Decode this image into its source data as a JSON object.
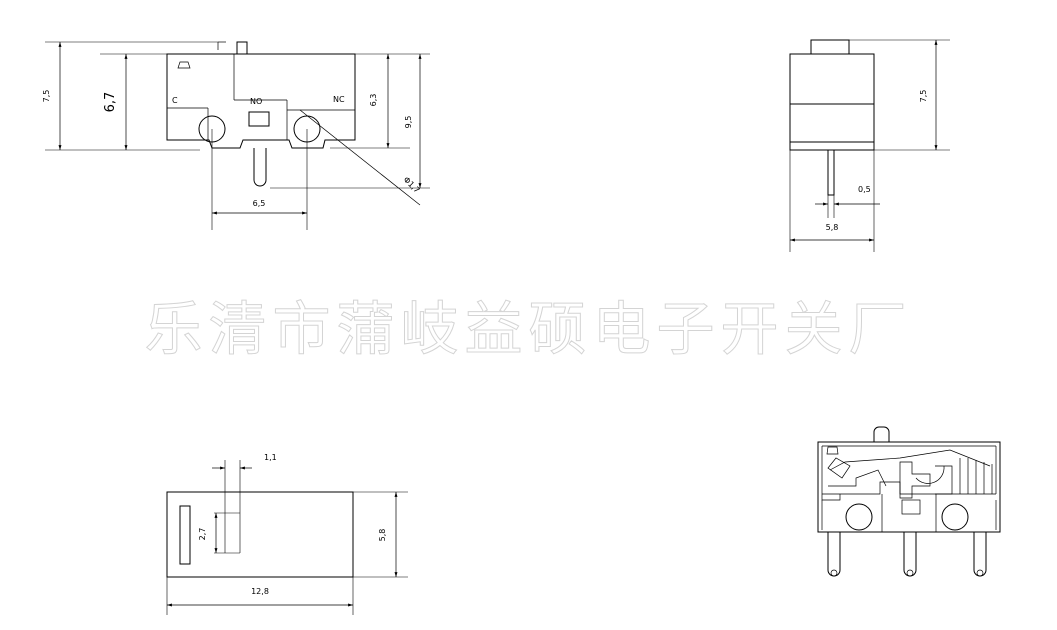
{
  "watermark": "乐清市蒲岐益硕电子开关厂",
  "front_view": {
    "labels": {
      "c": "C",
      "no": "NO",
      "nc": "NC"
    },
    "dims": {
      "overall_height": "7,5",
      "body_height": "6,7",
      "contact_height": "6,3",
      "total_height": "9,5",
      "pin_spacing": "6,5",
      "hole_dia": "Φ1,7"
    }
  },
  "side_view": {
    "dims": {
      "height": "7,5",
      "pin_thickness": "0,5",
      "width": "5,8"
    }
  },
  "bottom_view": {
    "dims": {
      "pin_width": "1,1",
      "pin_length": "2,7",
      "height": "5,8",
      "length": "12,8"
    }
  }
}
